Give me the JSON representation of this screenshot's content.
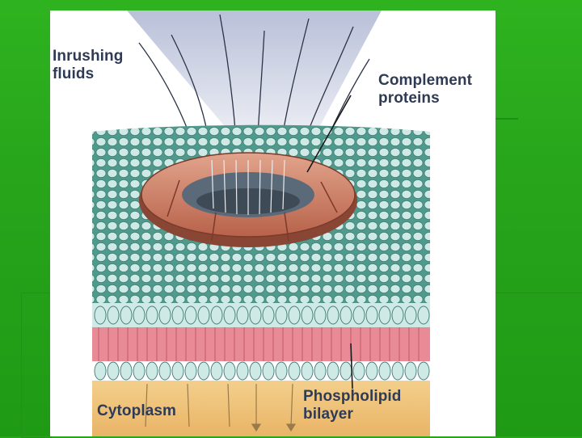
{
  "labels": {
    "inrushing_fluids": "Inrushing\nfluids",
    "complement_proteins": "Complement\nproteins",
    "cytoplasm": "Cytoplasm",
    "phospholipid_bilayer": "Phospholipid\nbilayer"
  },
  "colors": {
    "slide_background": "#27a61a",
    "membrane_teal": "#5fa89a",
    "lipid_head": "#cfe9e6",
    "lipid_tail": "#e98a97",
    "complement_ring": "#c8775c",
    "cytoplasm": "#f0c47a",
    "fluid_stream": "#c7cde0",
    "label_text": "#2f3b55"
  }
}
